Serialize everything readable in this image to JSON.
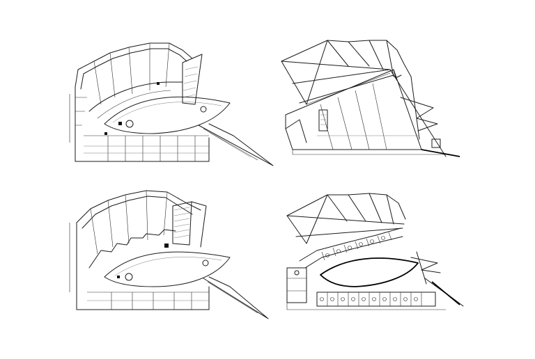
{
  "sheet": {
    "description_text": "",
    "plans": [
      {
        "id": "plan-1"
      },
      {
        "id": "plan-2"
      },
      {
        "id": "plan-3"
      },
      {
        "id": "plan-4"
      }
    ],
    "line_color": "#1a1a1a",
    "background": "#ffffff"
  }
}
